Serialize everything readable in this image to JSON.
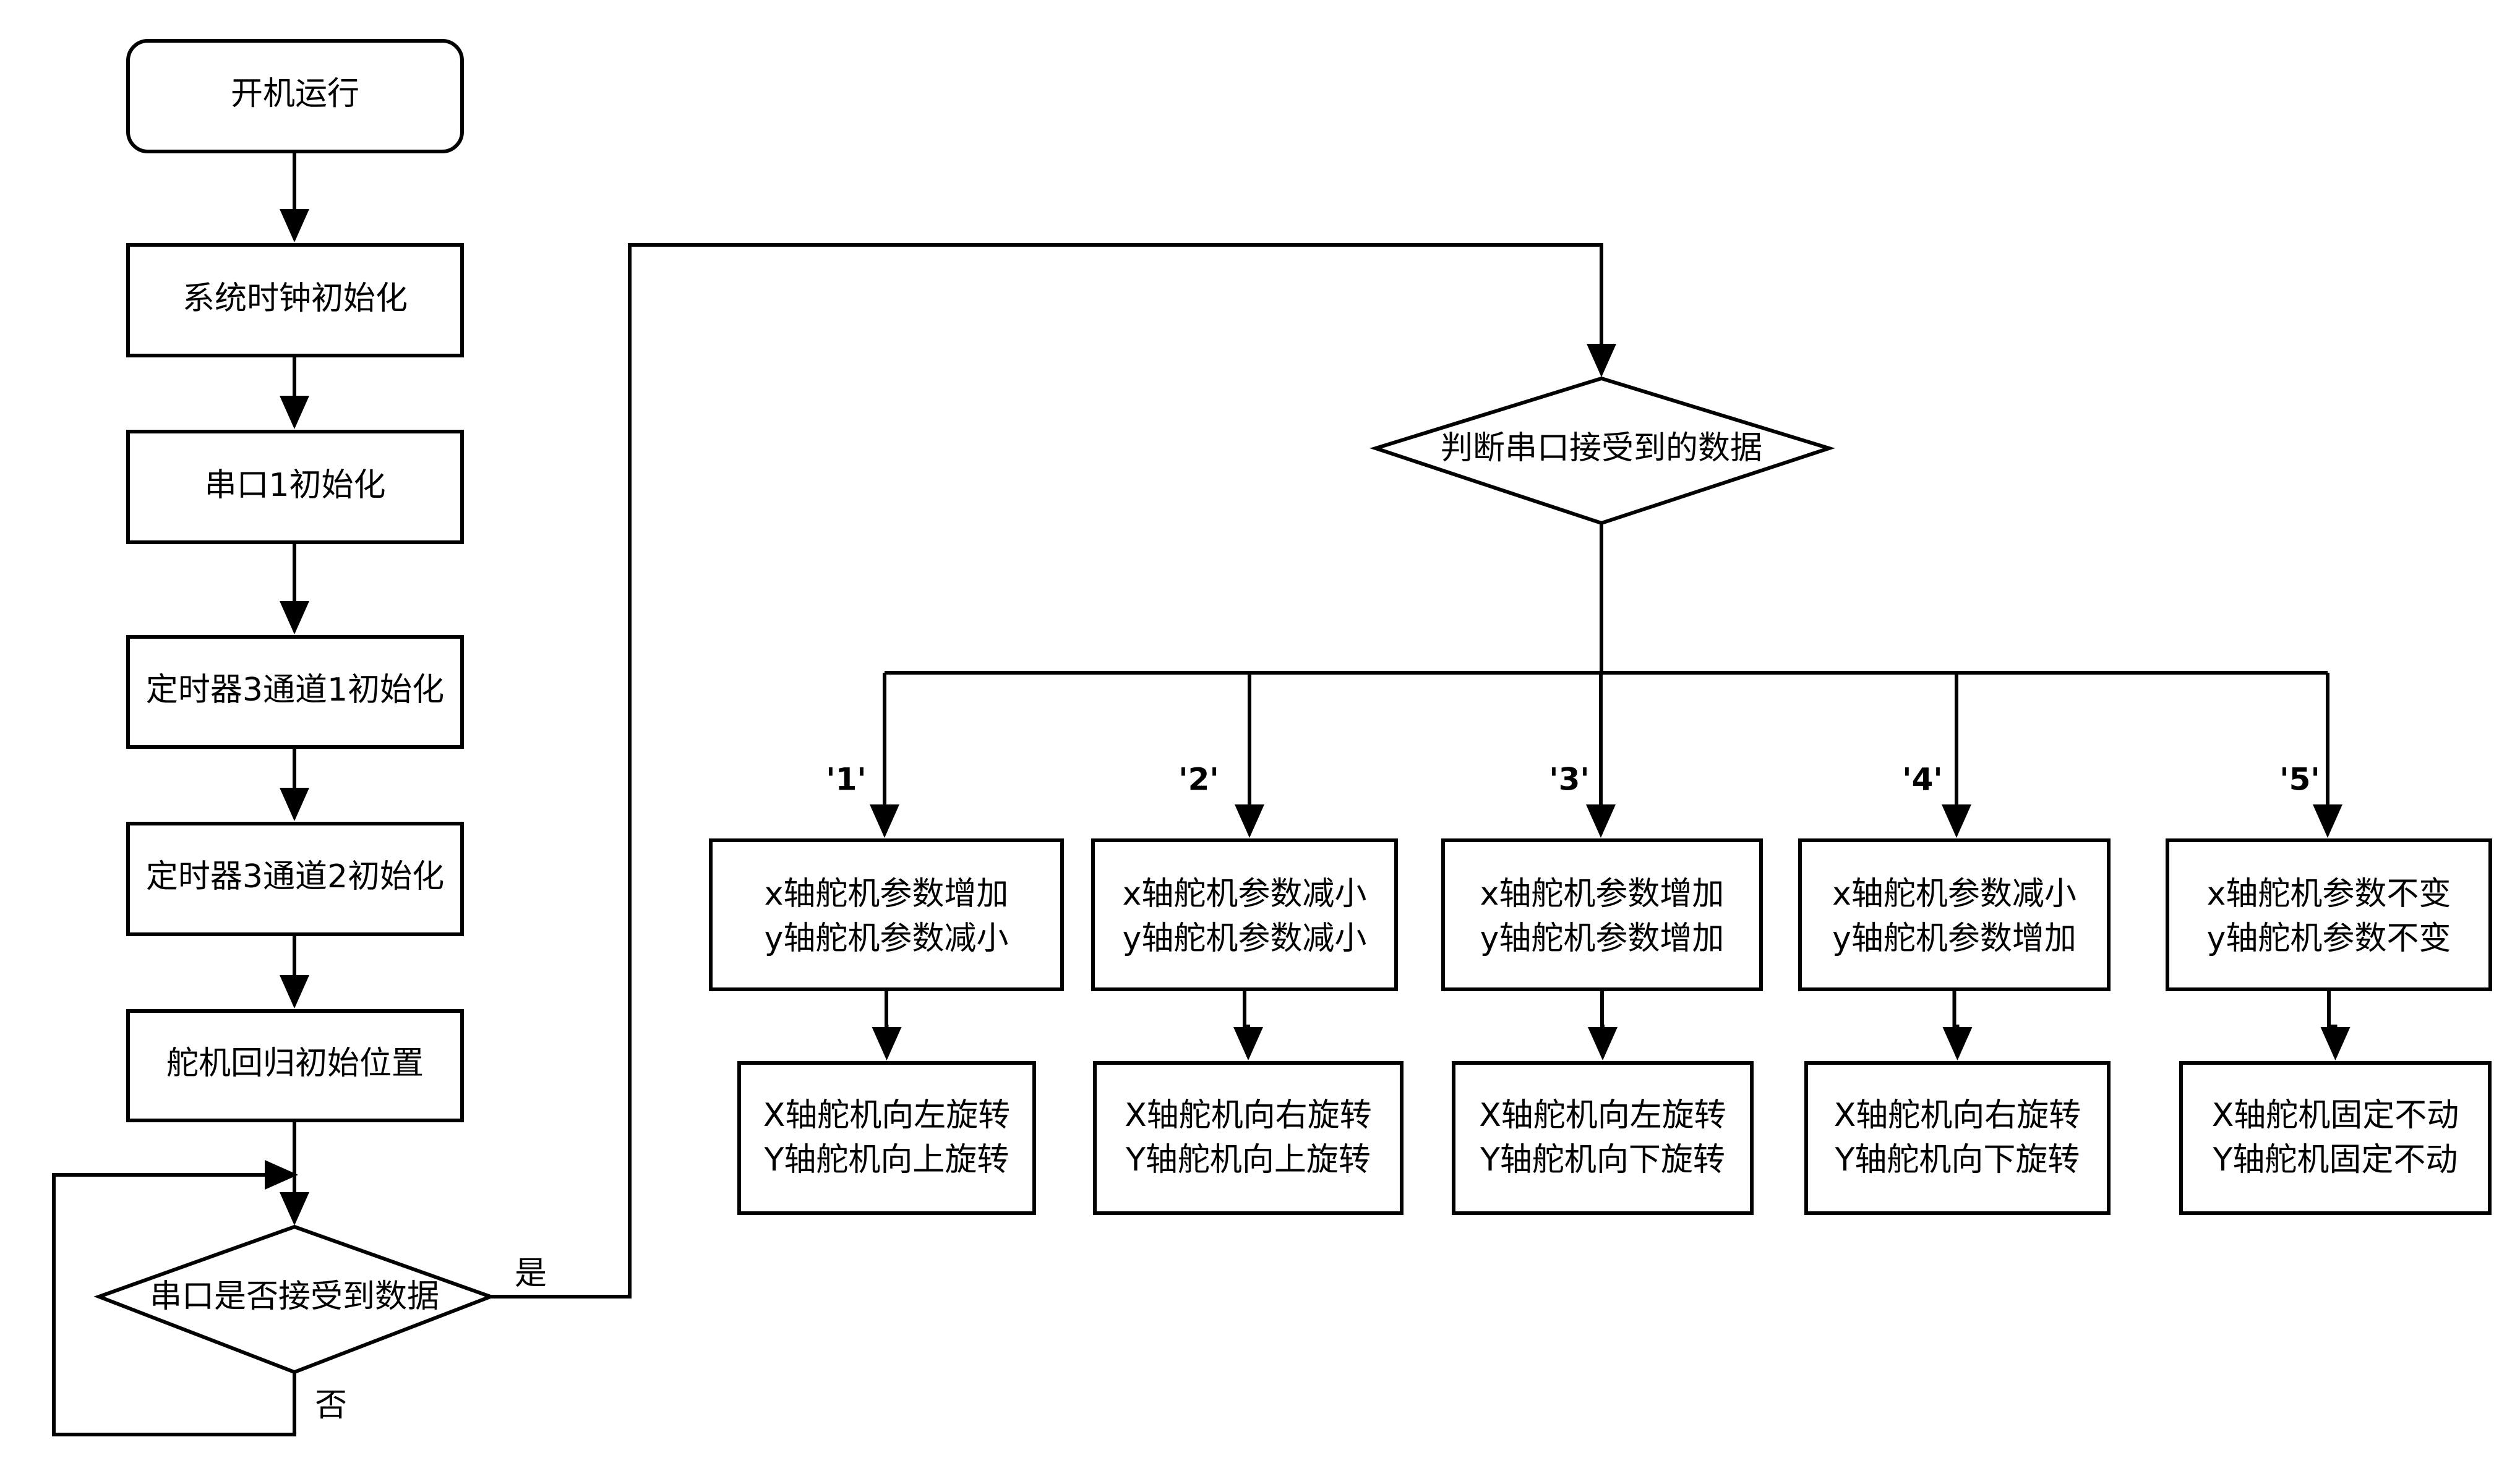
{
  "nodes": {
    "start": "开机运行",
    "clock_init": "系统时钟初始化",
    "uart_init": "串口1初始化",
    "tim3_ch1_init": "定时器3通道1初始化",
    "tim3_ch2_init": "定时器3通道2初始化",
    "servo_home": "舵机回归初始位置",
    "uart_received_q": "串口是否接受到数据",
    "judge_data": "判断串口接受到的数据"
  },
  "edge_labels": {
    "yes": "是",
    "no": "否"
  },
  "branches": [
    {
      "key": "'1'",
      "param_x": "x轴舵机参数增加",
      "param_y": "y轴舵机参数减小",
      "action_x": "X轴舵机向左旋转",
      "action_y": "Y轴舵机向上旋转"
    },
    {
      "key": "'2'",
      "param_x": "x轴舵机参数减小",
      "param_y": "y轴舵机参数减小",
      "action_x": "X轴舵机向右旋转",
      "action_y": "Y轴舵机向上旋转"
    },
    {
      "key": "'3'",
      "param_x": "x轴舵机参数增加",
      "param_y": "y轴舵机参数增加",
      "action_x": "X轴舵机向左旋转",
      "action_y": "Y轴舵机向下旋转"
    },
    {
      "key": "'4'",
      "param_x": "x轴舵机参数减小",
      "param_y": "y轴舵机参数增加",
      "action_x": "X轴舵机向右旋转",
      "action_y": "Y轴舵机向下旋转"
    },
    {
      "key": "'5'",
      "param_x": "x轴舵机参数不变",
      "param_y": "y轴舵机参数不变",
      "action_x": "X轴舵机固定不动",
      "action_y": "Y轴舵机固定不动"
    }
  ]
}
